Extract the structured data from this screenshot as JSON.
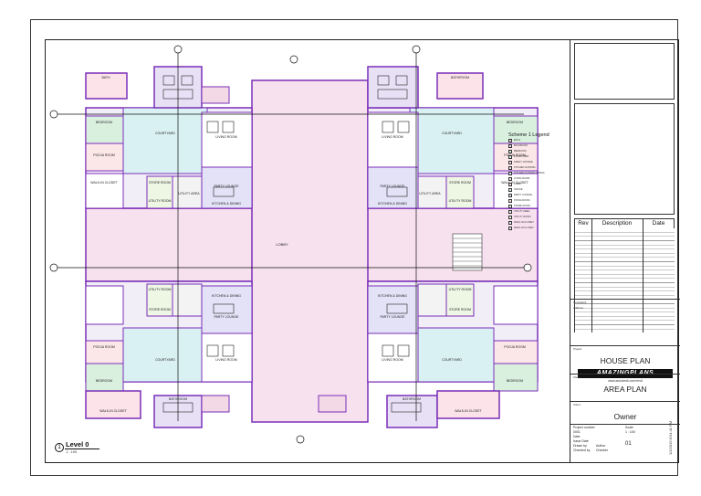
{
  "view": {
    "number": "1",
    "name": "Level 0",
    "scale": "1 : 100"
  },
  "legend": {
    "title": "Scheme 1 Legend",
    "items": [
      {
        "label": "BATH",
        "color": "#f3d9e6"
      },
      {
        "label": "BATHROOM",
        "color": "#e8e1f6"
      },
      {
        "label": "BEDROOM",
        "color": "#d9f0df"
      },
      {
        "label": "COURTYARD",
        "color": "#daf1f3"
      },
      {
        "label": "FAMILY LOUNGE",
        "color": "#fbe3e9"
      },
      {
        "label": "KITCHEN & DINING",
        "color": "#e6e6f8"
      },
      {
        "label": "KITCHEN & DINING (OPEN)",
        "color": "#eeeafa"
      },
      {
        "label": "LIVING ROOM",
        "color": "#f5e3ee"
      },
      {
        "label": "LOBBY",
        "color": "#f8e1ef"
      },
      {
        "label": "OFFICE",
        "color": "#e4f3e4"
      },
      {
        "label": "PARTY LOUNGE",
        "color": "#e3e2f7"
      },
      {
        "label": "POOJA ROOM",
        "color": "#fbe6e8"
      },
      {
        "label": "STORE ROOM",
        "color": "#e8f5e6"
      },
      {
        "label": "UTILITY AREA",
        "color": "#edf6e5"
      },
      {
        "label": "UTILITY ROOM",
        "color": "#f1f6e2"
      },
      {
        "label": "WALK-IN CLOSET",
        "color": "#e2eef8"
      },
      {
        "label": "WALK-IN CLOSET",
        "color": "#f6e7f2"
      }
    ]
  },
  "plan_labels": {
    "lobby": "LOBBY",
    "courtyard": "COURTYARD",
    "living_room": "LIVING ROOM",
    "party_lounge": "PARTY LOUNGE",
    "bedroom": "BEDROOM",
    "pooja_room": "POOJA ROOM",
    "walkin": "WALK-IN CLOSET",
    "store_room": "STORE ROOM",
    "utility_room": "UTILITY ROOM",
    "kitchen": "KITCHEN & DINING",
    "bathroom": "BATHROOM",
    "bath": "BATH",
    "utility_area": "UTILITY AREA"
  },
  "title_block": {
    "revision_headers": {
      "rev": "Rev",
      "description": "Description",
      "date": "Date"
    },
    "consultant_label": "Consultant",
    "consultant_address": "Address",
    "logo_text": "AMAZINGPLANS",
    "logo_sub": "www.autodesk.com/revit",
    "project_label": "Project",
    "project_name": "HOUSE PLAN",
    "sheet_label": "Sheet",
    "sheet_name": "AREA PLAN",
    "owner_label": "Client",
    "owner_name": "Owner",
    "project_number_label": "Project number",
    "project_number": "0001",
    "date_label": "Date",
    "date": "Issue Date",
    "drawn_by_label": "Drawn by",
    "drawn_by": "Author",
    "checked_by_label": "Checked by",
    "checked_by": "Checker",
    "scale_label": "Scale",
    "scale": "1 : 100",
    "sheet_number": "01",
    "printed_date": "1/1/2019 8:54:41 PM"
  },
  "colors": {
    "wall": "#7a2fb8",
    "lobby": "#f8e1ef",
    "courtyard": "#daf1f3",
    "party": "#e3e2f7",
    "living": "#f5e3ee",
    "bedroom": "#d9f0df",
    "pooja": "#fbe6e8",
    "utility": "#eef6e4"
  }
}
